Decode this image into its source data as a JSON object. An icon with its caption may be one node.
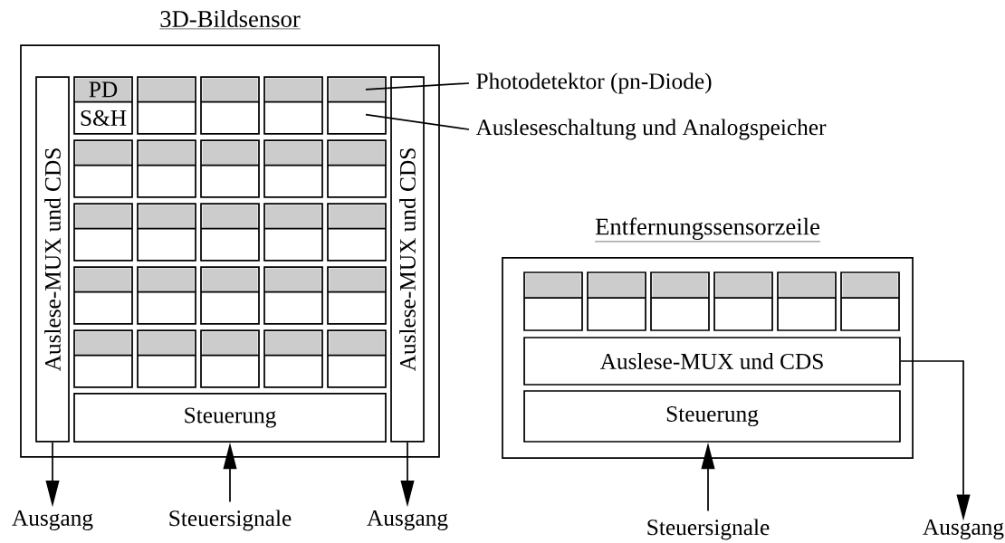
{
  "diagram": {
    "nodes": [
      {
        "text": [
          "3D-Bildsensor"
        ]
      },
      {
        "text": [
          "Auslese-MUX und CDS"
        ],
        "in": 0
      },
      {
        "text": [
          "PD",
          "S&H"
        ],
        "in": 0
      },
      {
        "text": [],
        "shape": "box",
        "in": 0
      },
      {
        "text": [],
        "shape": "box",
        "in": 0
      },
      {
        "text": [],
        "shape": "box",
        "in": 0
      },
      {
        "text": [],
        "shape": "box",
        "in": 0
      },
      {
        "text": [],
        "shape": "box",
        "in": 0
      },
      {
        "text": [],
        "shape": "box",
        "in": 0
      },
      {
        "text": [],
        "shape": "box",
        "in": 0
      },
      {
        "text": [],
        "shape": "box",
        "in": 0
      },
      {
        "text": [],
        "shape": "box",
        "in": 0
      },
      {
        "text": [],
        "shape": "box",
        "in": 0
      },
      {
        "text": [],
        "shape": "box",
        "in": 0
      },
      {
        "text": [],
        "shape": "box",
        "in": 0
      },
      {
        "text": [],
        "shape": "box",
        "in": 0
      },
      {
        "text": [],
        "shape": "box",
        "in": 0
      },
      {
        "text": [],
        "shape": "box",
        "in": 0
      },
      {
        "text": [],
        "shape": "box",
        "in": 0
      },
      {
        "text": [],
        "shape": "box",
        "in": 0
      },
      {
        "text": [],
        "shape": "box",
        "in": 0
      },
      {
        "text": [],
        "shape": "box",
        "in": 0
      },
      {
        "text": [],
        "shape": "box",
        "in": 0
      },
      {
        "text": [],
        "shape": "box",
        "in": 0
      },
      {
        "text": [],
        "shape": "box",
        "in": 0
      },
      {
        "text": [],
        "shape": "box",
        "in": 0
      },
      {
        "text": [],
        "shape": "box",
        "in": 0
      },
      {
        "text": [
          "Steuerung"
        ],
        "in": 0
      },
      {
        "text": [
          "Auslese-MUX und CDS"
        ],
        "in": 0
      },
      {
        "text": [
          "Photodetektor (pn-Diode)"
        ]
      },
      {
        "text": [
          "Ausleseschaltung und Analogspeicher"
        ]
      },
      {
        "text": [
          "Ausgang"
        ]
      },
      {
        "text": [
          "Steuersignale"
        ]
      },
      {
        "text": [
          "Ausgang"
        ]
      },
      {
        "text": [
          "Entfernungssensorzeile"
        ]
      },
      {
        "text": [],
        "shape": "box",
        "in": 34
      },
      {
        "text": [],
        "shape": "box",
        "in": 34
      },
      {
        "text": [],
        "shape": "box",
        "in": 34
      },
      {
        "text": [],
        "shape": "box",
        "in": 34
      },
      {
        "text": [],
        "shape": "box",
        "in": 34
      },
      {
        "text": [],
        "shape": "box",
        "in": 34
      },
      {
        "text": [
          "Auslese-MUX und CDS"
        ],
        "in": 34
      },
      {
        "text": [
          "Steuerung"
        ],
        "in": 34
      },
      {
        "text": [
          "Steuersignale"
        ]
      },
      {
        "text": [
          "Ausgang"
        ]
      }
    ],
    "edges": [
      {
        "from": 29,
        "to": 6,
        "arrow": "none"
      },
      {
        "from": 30,
        "to": 6,
        "arrow": "none"
      },
      {
        "from": 1,
        "to": 31,
        "arrow": "to"
      },
      {
        "from": 32,
        "to": 27,
        "arrow": "to"
      },
      {
        "from": 28,
        "to": 33,
        "arrow": "to"
      },
      {
        "from": 43,
        "to": 42,
        "arrow": "to"
      },
      {
        "from": 41,
        "to": 44,
        "arrow": "to"
      }
    ]
  }
}
